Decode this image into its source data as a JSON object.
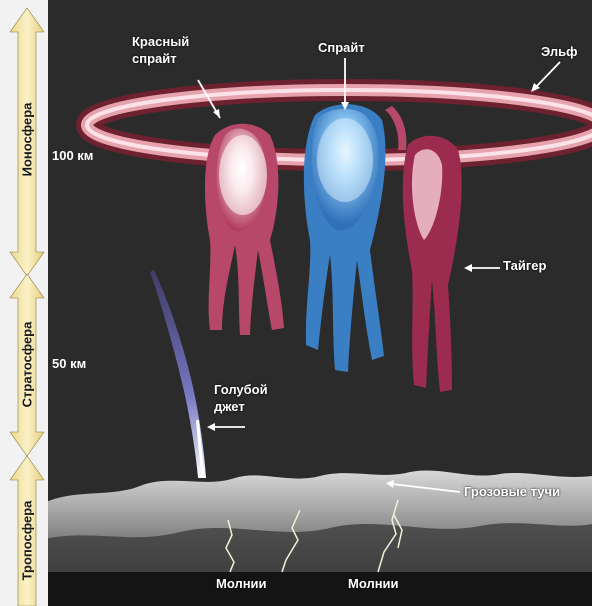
{
  "layers": {
    "ionosphere": "Ионосфера",
    "stratosphere": "Стратосфера",
    "troposphere": "Тропосфера"
  },
  "altitudes": {
    "alt_100": "100 км",
    "alt_50": "50 км"
  },
  "labels": {
    "red_sprite_line1": "Красный",
    "red_sprite_line2": "спрайт",
    "sprite": "Спрайт",
    "elf": "Эльф",
    "tiger": "Тайгер",
    "blue_jet_line1": "Голубой",
    "blue_jet_line2": "джет",
    "storm_clouds": "Грозовые тучи",
    "lightning_1": "Молнии",
    "lightning_2": "Молнии"
  },
  "colors": {
    "arrow_fill": "#f3e6a3",
    "elf_ring": "#e7a3ad",
    "red_sprite": "#d97a92",
    "blue_sprite": "#7fb6ea",
    "blue_jet": "#8d8ee0"
  }
}
